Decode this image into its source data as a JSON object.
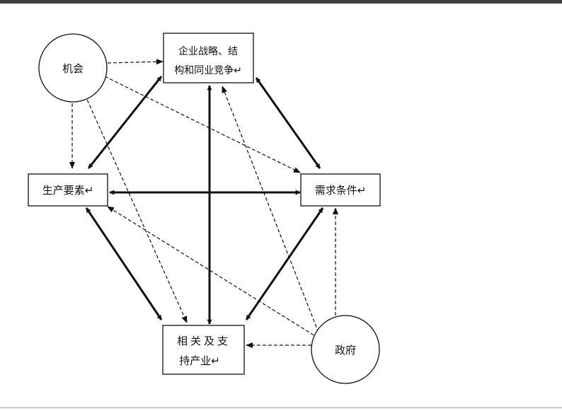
{
  "nodes": {
    "strategy": {
      "lines": [
        "企业战略、结",
        "构和同业竞争↵"
      ]
    },
    "factor": {
      "lines": [
        "生产要素↵"
      ]
    },
    "demand": {
      "lines": [
        "需求条件↵"
      ]
    },
    "related": {
      "lines": [
        "相关及支",
        "持产业↵"
      ]
    },
    "chance": {
      "lines": [
        "机会"
      ]
    },
    "government": {
      "lines": [
        "政府"
      ]
    }
  },
  "colors": {
    "stroke": "#111111",
    "text": "#111111"
  }
}
